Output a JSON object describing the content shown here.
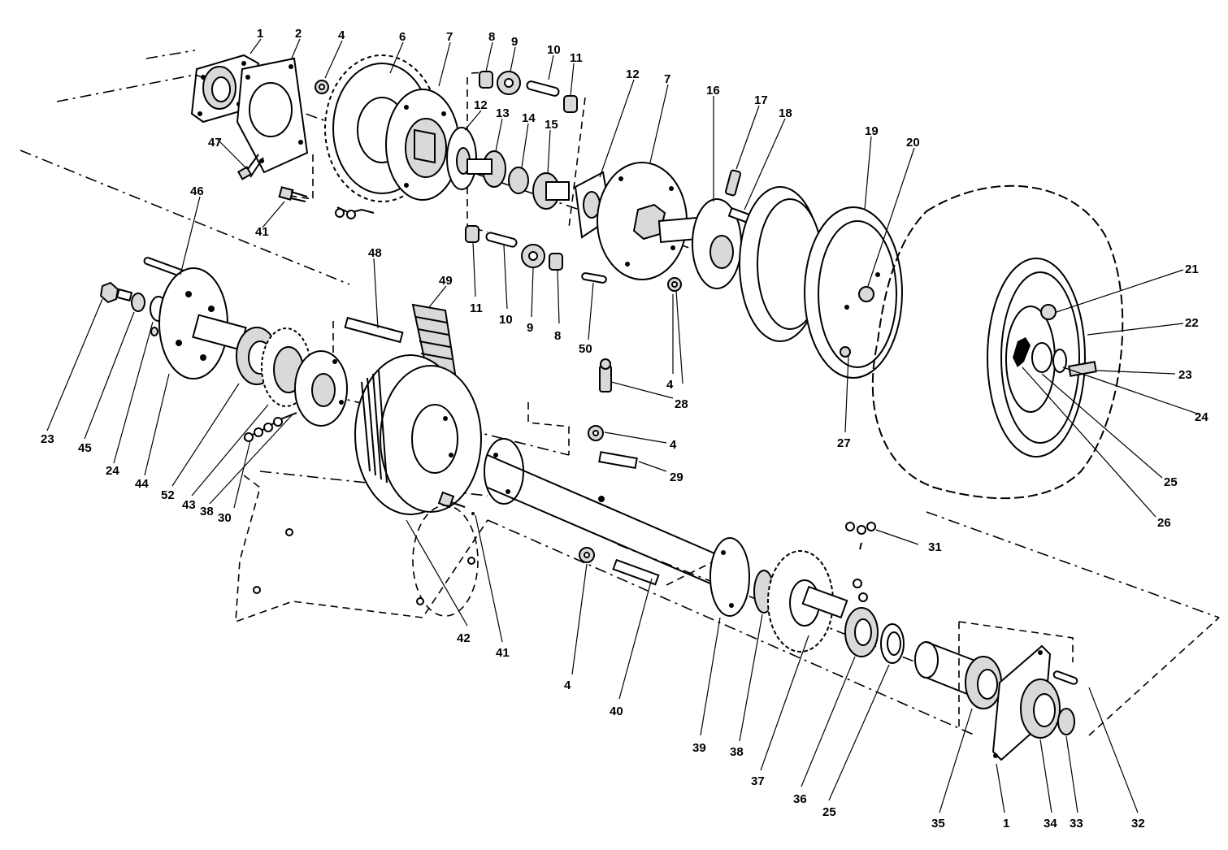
{
  "callouts": [
    "1",
    "2",
    "4",
    "6",
    "7",
    "8",
    "9",
    "10",
    "11",
    "12",
    "13",
    "14",
    "15",
    "12",
    "7",
    "16",
    "17",
    "18",
    "19",
    "20",
    "21",
    "22",
    "23",
    "24",
    "25",
    "26",
    "27",
    "4",
    "28",
    "4",
    "29",
    "47",
    "41",
    "11",
    "10",
    "9",
    "8",
    "50",
    "46",
    "48",
    "49",
    "23",
    "45",
    "24",
    "44",
    "52",
    "43",
    "38",
    "30",
    "42",
    "41",
    "4",
    "40",
    "39",
    "38",
    "37",
    "36",
    "25",
    "35",
    "1",
    "34",
    "33",
    "32",
    "31"
  ]
}
